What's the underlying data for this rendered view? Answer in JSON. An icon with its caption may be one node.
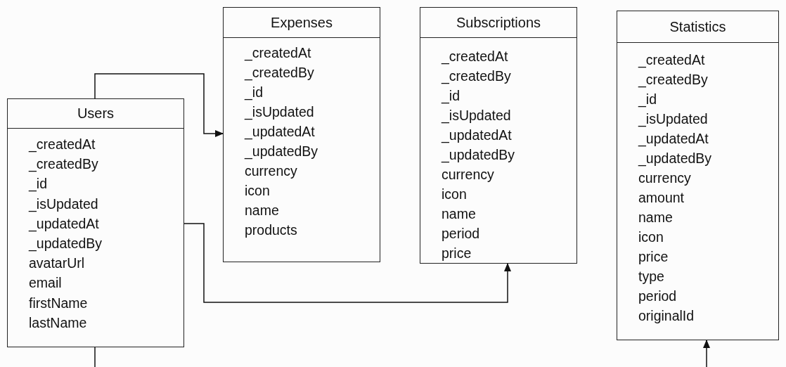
{
  "diagram": {
    "nodes": [
      {
        "text": [
          "Users",
          "_createdAt",
          "_createdBy",
          "_id",
          "_isUpdated",
          "_updatedAt",
          "_updatedBy",
          "avatarUrl",
          "email",
          "firstName",
          "lastName"
        ]
      },
      {
        "text": [
          "Expenses",
          "_createdAt",
          "_createdBy",
          "_id",
          "_isUpdated",
          "_updatedAt",
          "_updatedBy",
          "currency",
          "icon",
          "name",
          "products"
        ]
      },
      {
        "text": [
          "Subscriptions",
          "_createdAt",
          "_createdBy",
          "_id",
          "_isUpdated",
          "_updatedAt",
          "_updatedBy",
          "currency",
          "icon",
          "name",
          "period",
          "price"
        ]
      },
      {
        "text": [
          "Statistics",
          "_createdAt",
          "_createdBy",
          "_id",
          "_isUpdated",
          "_updatedAt",
          "_updatedBy",
          "currency",
          "amount",
          "name",
          "icon",
          "price",
          "type",
          "period",
          "originalId"
        ]
      }
    ],
    "edges": [
      {
        "from": 0,
        "to": 1,
        "arrow": "to"
      },
      {
        "from": 0,
        "to": 2,
        "arrow": "to"
      },
      {
        "from": 0,
        "to": null,
        "arrow": "none"
      },
      {
        "from": null,
        "to": 3,
        "arrow": "to"
      }
    ]
  }
}
